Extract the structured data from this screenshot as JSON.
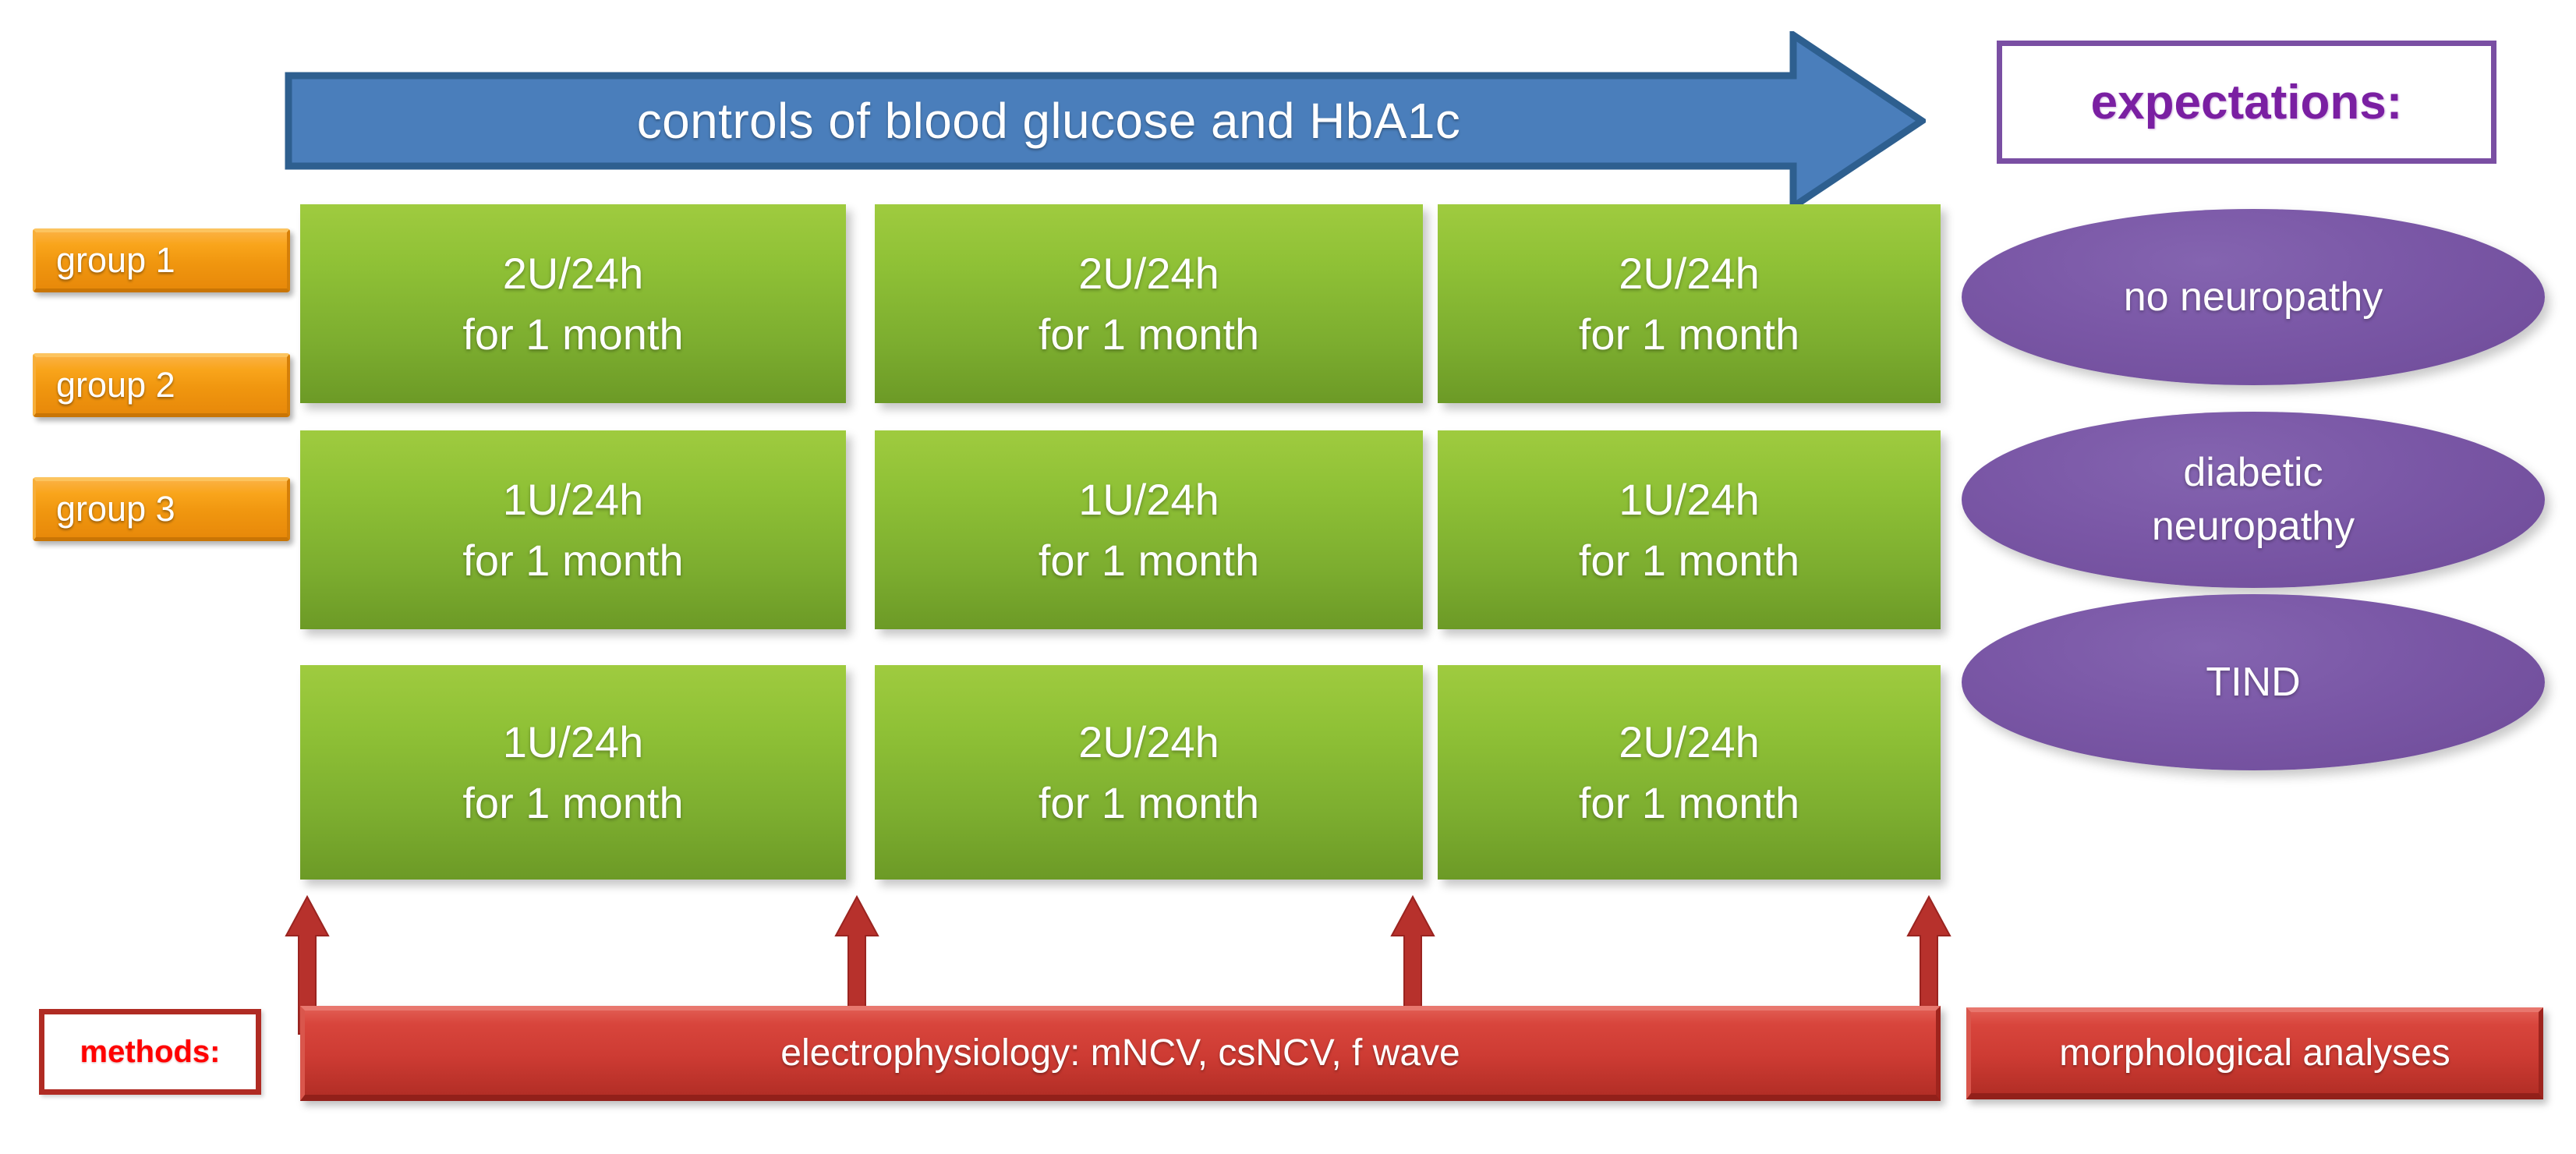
{
  "top_arrow": {
    "label": "controls of blood glucose and HbA1c",
    "fill": "#4A7EBB",
    "stroke": "#2E5F8F"
  },
  "expectations": {
    "title": "expectations:",
    "border_color": "#7A4FA3",
    "text_color": "#7A1FA2"
  },
  "groups": [
    {
      "label": "group 1"
    },
    {
      "label": "group 2"
    },
    {
      "label": "group 3"
    }
  ],
  "group_label_color": "#F5A01B",
  "cell_color": "#8FC136",
  "treatment_rows": [
    {
      "group": "group 1",
      "cells": [
        {
          "dose": "2U/24h",
          "duration": "for 1 month"
        },
        {
          "dose": "2U/24h",
          "duration": "for 1 month"
        },
        {
          "dose": "2U/24h",
          "duration": "for 1 month"
        }
      ]
    },
    {
      "group": "group 2",
      "cells": [
        {
          "dose": "1U/24h",
          "duration": "for 1 month"
        },
        {
          "dose": "1U/24h",
          "duration": "for 1 month"
        },
        {
          "dose": "1U/24h",
          "duration": "for 1 month"
        }
      ]
    },
    {
      "group": "group 3",
      "cells": [
        {
          "dose": "1U/24h",
          "duration": "for 1 month"
        },
        {
          "dose": "2U/24h",
          "duration": "for 1 month"
        },
        {
          "dose": "2U/24h",
          "duration": "for 1 month"
        }
      ]
    }
  ],
  "expectation_outcomes": [
    {
      "line1": "no neuropathy",
      "line2": ""
    },
    {
      "line1": "diabetic",
      "line2": "neuropathy"
    },
    {
      "line1": "TIND",
      "line2": ""
    }
  ],
  "ellipse_color": "#7A57A6",
  "methods": {
    "label": "methods:",
    "label_color": "#FF0000",
    "border_color": "#B02B23",
    "electrophysiology": "electrophysiology: mNCV, csNCV, f wave",
    "morphological": "morphological  analyses",
    "bar_color": "#CD3B33"
  },
  "timepoint_arrows": {
    "count": 4,
    "color": "#B7312C"
  }
}
